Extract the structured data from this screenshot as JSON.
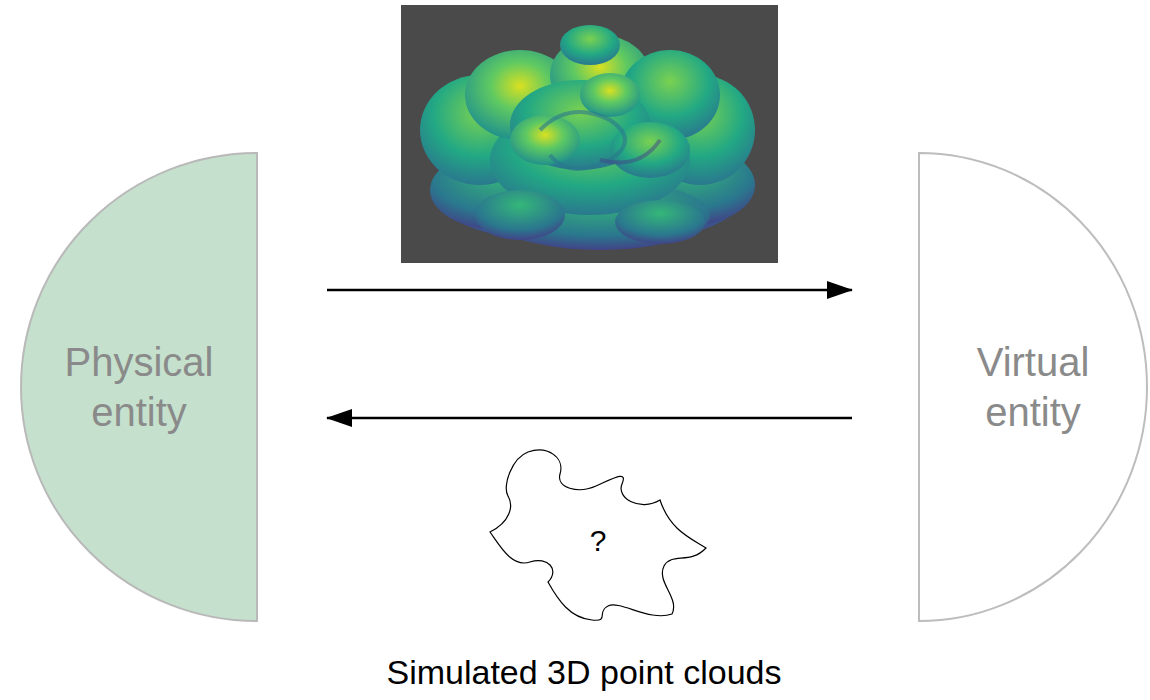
{
  "diagram": {
    "caption": "Simulated 3D point clouds",
    "nodes": [
      {
        "text": [
          "Physical entity"
        ]
      },
      {
        "text": [
          "Virtual entity"
        ]
      }
    ],
    "edges": [
      {
        "from": 0,
        "to": 1,
        "arrow": "to"
      },
      {
        "from": 1,
        "to": 0,
        "arrow": "to"
      }
    ],
    "labels": [
      "?"
    ]
  }
}
